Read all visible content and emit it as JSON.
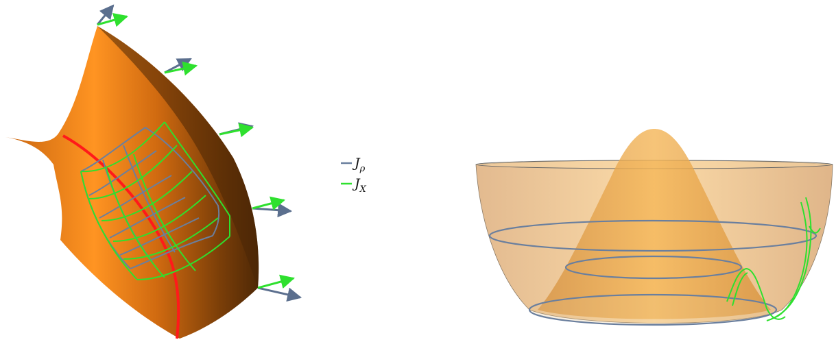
{
  "legend": {
    "items": [
      {
        "symbol": "J",
        "subscript": "ρ",
        "color": "#6a7f9e"
      },
      {
        "symbol": "J",
        "subscript": "X",
        "color": "#2ee02e"
      }
    ]
  },
  "colors": {
    "surface_light": "#ff8c1a",
    "surface_dark": "#5a2f08",
    "red_curve": "#ff1a1a",
    "rho_field": "#6a7f9e",
    "x_field": "#2ee02e",
    "bowl_fill": "#f2b766",
    "bump_fill": "#e8a84c"
  }
}
